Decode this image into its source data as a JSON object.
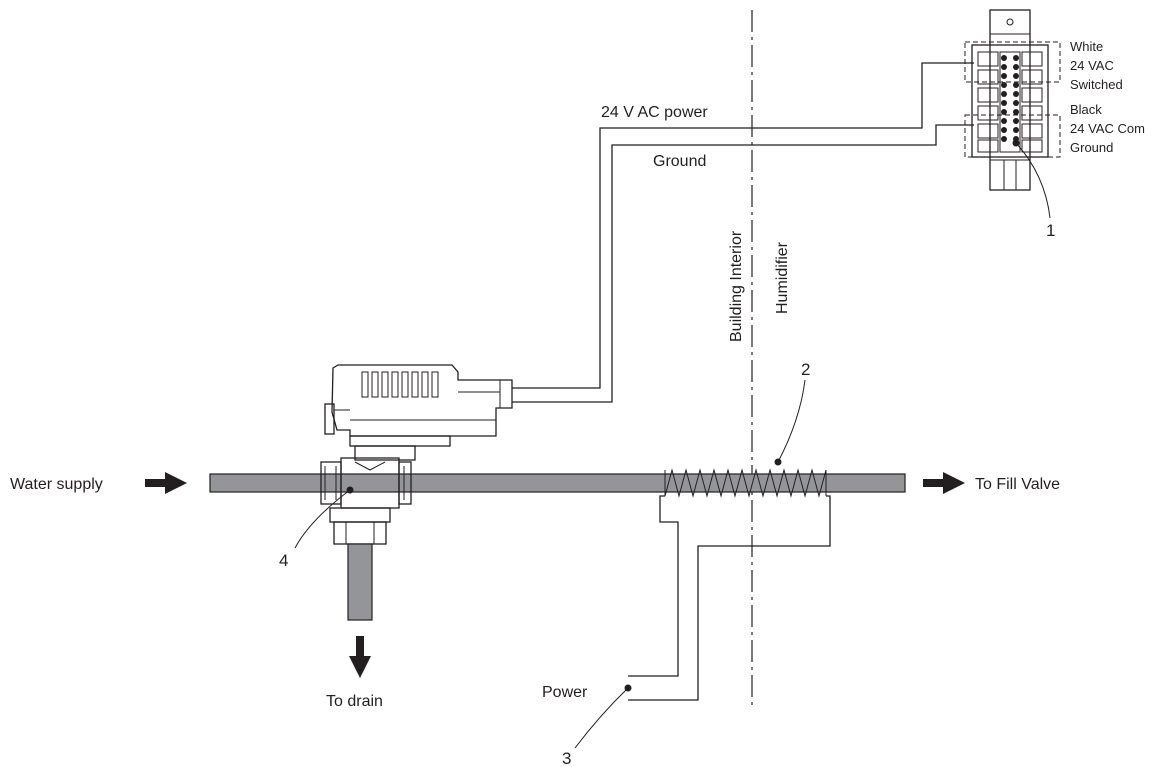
{
  "labels": {
    "water_supply": "Water supply",
    "to_fill_valve": "To Fill Valve",
    "to_drain": "To drain",
    "power": "Power",
    "ac_power": "24 V AC power",
    "ground": "Ground",
    "building_interior": "Building Interior",
    "humidifier": "Humidifier"
  },
  "terminal_labels": {
    "white": "White",
    "vac_24": "24 VAC",
    "switched": "Switched",
    "black": "Black",
    "vac_com": "24 VAC Com",
    "ground": "Ground"
  },
  "callouts": {
    "n1": "1",
    "n2": "2",
    "n3": "3",
    "n4": "4"
  },
  "colors": {
    "line": "#231f20",
    "pipe_fill": "#939598",
    "background": "#ffffff"
  }
}
